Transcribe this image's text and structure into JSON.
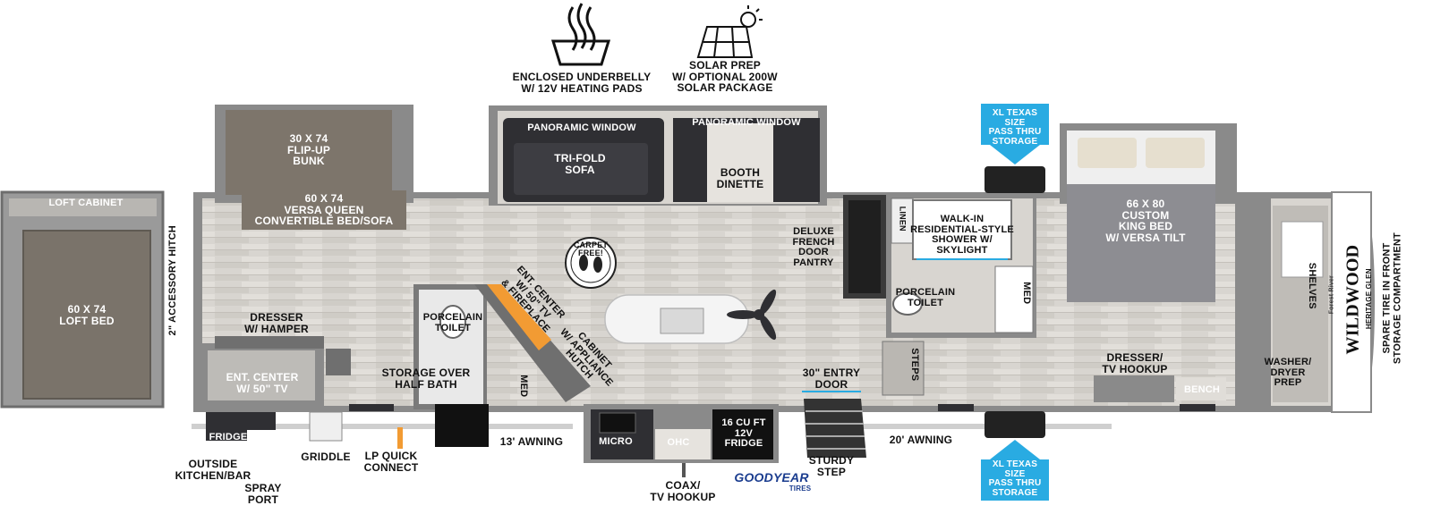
{
  "brand": {
    "name": "WILDWOOD",
    "series": "HERITAGE GLEN",
    "maker": "Forest River"
  },
  "colors": {
    "floor": "#d9d6d1",
    "wall": "#8c8c8c",
    "wall_dark": "#555555",
    "furniture_dark": "#2f2f33",
    "bunk": "#7d756b",
    "storage_arrow": "#29abe2",
    "accent_orange": "#f29b33"
  },
  "features": {
    "underbelly": "ENCLOSED UNDERBELLY\nW/ 12V HEATING PADS",
    "solar": "SOLAR PREP\nW/ OPTIONAL 200W\nSOLAR PACKAGE",
    "underbelly_icon": "heat-waves-icon",
    "solar_icon": "solar-panel-icon"
  },
  "labels": {
    "loft_cabinet": "LOFT CABINET",
    "loft_bed": "60 X 74\nLOFT BED",
    "accessory_hitch": "2\" ACCESSORY HITCH",
    "flip_up_bunk": "30 X 74\nFLIP-UP\nBUNK",
    "versa_queen": "60 X 74\nVERSA QUEEN\nCONVERTIBLE BED/SOFA",
    "panoramic_window_1": "PANORAMIC WINDOW",
    "panoramic_window_2": "PANORAMIC WINDOW",
    "tri_fold_sofa": "TRI-FOLD\nSOFA",
    "booth_dinette": "BOOTH\nDINETTE",
    "carpet_free": "CARPET\nFREE!",
    "dresser_hamper": "DRESSER\nW/ HAMPER",
    "ent_center_front": "ENT. CENTER\nW/ 50\" TV",
    "porcelain_toilet_1": "PORCELAIN\nTOILET",
    "ent_center_fireplace": "ENT. CENTER\nW/ 50\" TV\n& FIREPLACE",
    "cabinet_hutch": "CABINET\nW/ APPLIANCE\nHUTCH",
    "storage_half_bath": "STORAGE OVER\nHALF BATH",
    "med_1": "MED",
    "deluxe_pantry": "DELUXE\nFRENCH\nDOOR\nPANTRY",
    "linen": "LINEN",
    "shower": "WALK-IN\nRESIDENTIAL-STYLE\nSHOWER W/\nSKYLIGHT",
    "med_2": "MED",
    "porcelain_toilet_2": "PORCELAIN\nTOILET",
    "steps": "STEPS",
    "entry_door": "30\" ENTRY\nDOOR",
    "xl_storage_top": "XL TEXAS SIZE\nPASS THRU\nSTORAGE",
    "xl_storage_bottom": "XL TEXAS SIZE\nPASS THRU\nSTORAGE",
    "king_bed": "66 X 80\nCUSTOM\nKING BED\nW/ VERSA TILT",
    "dresser_tv": "DRESSER/\nTV HOOKUP",
    "bench": "BENCH",
    "shelves": "SHELVES",
    "washer_dryer": "WASHER/\nDRYER\nPREP",
    "spare_tire": "SPARE TIRE IN FRONT\nSTORAGE COMPARTMENT",
    "fridge_outside": "FRIDGE",
    "outside_kitchen": "OUTSIDE\nKITCHEN/BAR",
    "spray_port": "SPRAY\nPORT",
    "griddle": "GRIDDLE",
    "lp_quick": "LP QUICK\nCONNECT",
    "awning_13": "13' AWNING",
    "micro": "MICRO",
    "ohc": "OHC",
    "fridge_16": "16 CU FT\n12V\nFRIDGE",
    "coax": "COAX/\nTV HOOKUP",
    "goodyear": "GOODYEAR",
    "tires": "TIRES",
    "sturdy_step": "STURDY\nSTEP",
    "awning_20": "20' AWNING"
  }
}
